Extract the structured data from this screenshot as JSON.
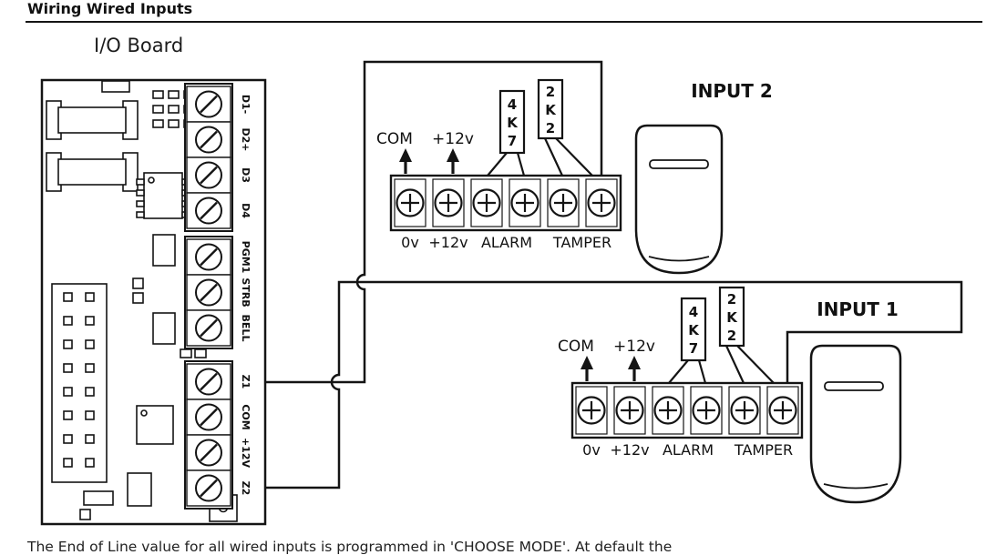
{
  "header": {
    "title": "Wiring Wired Inputs"
  },
  "board": {
    "label": "I/O Board",
    "terminals": [
      "D1-",
      "D2+",
      "D3",
      "D4",
      "PGM1",
      "STRB",
      "BELL",
      "Z1",
      "COM",
      "+12V",
      "Z2"
    ]
  },
  "inputs": [
    {
      "label": "INPUT 2",
      "com_label": "COM",
      "plus12v_label": "+12v",
      "resistor_alarm": {
        "value": "4K7",
        "chars": [
          "4",
          "K",
          "7"
        ]
      },
      "resistor_tamper": {
        "value": "2K2",
        "chars": [
          "2",
          "K",
          "2"
        ]
      },
      "terminal_labels": [
        "0v",
        "+12v",
        "ALARM",
        "TAMPER"
      ]
    },
    {
      "label": "INPUT 1",
      "com_label": "COM",
      "plus12v_label": "+12v",
      "resistor_alarm": {
        "value": "4K7",
        "chars": [
          "4",
          "K",
          "7"
        ]
      },
      "resistor_tamper": {
        "value": "2K2",
        "chars": [
          "2",
          "K",
          "2"
        ]
      },
      "terminal_labels": [
        "0v",
        "+12v",
        "ALARM",
        "TAMPER"
      ]
    }
  ],
  "footer": {
    "text": "The End of Line value for all wired inputs is programmed in 'CHOOSE MODE'. At default the"
  },
  "colors": {
    "ink": "#141414",
    "background": "#ffffff"
  }
}
